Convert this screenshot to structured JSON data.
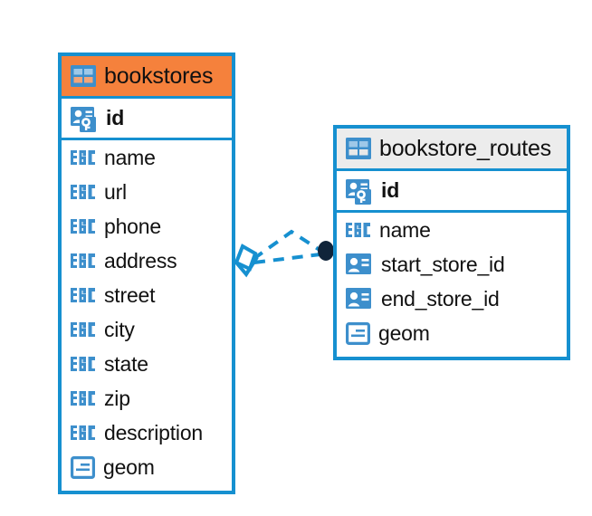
{
  "diagram": {
    "type": "entity-relationship-diagram",
    "colors": {
      "border": "#1690d0",
      "header_highlight": "#f5813c",
      "header_default": "#ececec",
      "icon_blue": "#3d8fcc",
      "connector_line": "#1690d0",
      "connector_endpoint": "#10243a",
      "text": "#111111",
      "background": "#ffffff"
    },
    "entities": [
      {
        "id": "bookstores",
        "name": "bookstores",
        "header_style": "highlight",
        "icon": "table-grid-icon",
        "fields": [
          {
            "name": "id",
            "type": "primary-key",
            "icon": "key-badge-icon"
          },
          {
            "name": "name",
            "type": "text",
            "icon": "abc-icon"
          },
          {
            "name": "url",
            "type": "text",
            "icon": "abc-icon"
          },
          {
            "name": "phone",
            "type": "text",
            "icon": "abc-icon"
          },
          {
            "name": "address",
            "type": "text",
            "icon": "abc-icon"
          },
          {
            "name": "street",
            "type": "text",
            "icon": "abc-icon"
          },
          {
            "name": "city",
            "type": "text",
            "icon": "abc-icon"
          },
          {
            "name": "state",
            "type": "text",
            "icon": "abc-icon"
          },
          {
            "name": "zip",
            "type": "text",
            "icon": "abc-icon"
          },
          {
            "name": "description",
            "type": "text",
            "icon": "abc-icon"
          },
          {
            "name": "geom",
            "type": "geometry",
            "icon": "geometry-icon"
          }
        ]
      },
      {
        "id": "bookstore_routes",
        "name": "bookstore_routes",
        "header_style": "default",
        "icon": "table-grid-icon",
        "fields": [
          {
            "name": "id",
            "type": "primary-key",
            "icon": "key-badge-icon"
          },
          {
            "name": "name",
            "type": "text",
            "icon": "abc-icon"
          },
          {
            "name": "start_store_id",
            "type": "foreign-key",
            "icon": "badge-icon"
          },
          {
            "name": "end_store_id",
            "type": "foreign-key",
            "icon": "badge-icon"
          },
          {
            "name": "geom",
            "type": "geometry",
            "icon": "geometry-icon"
          }
        ]
      }
    ],
    "relationships": [
      {
        "from_entity": "bookstore_routes",
        "from_field": "start_store_id",
        "to_entity": "bookstores",
        "to_field": "id",
        "line_style": "dashed",
        "source_marker": "filled-circle",
        "target_marker": "open-diamond"
      },
      {
        "from_entity": "bookstore_routes",
        "from_field": "end_store_id",
        "to_entity": "bookstores",
        "to_field": "id",
        "line_style": "dashed",
        "source_marker": "filled-circle",
        "target_marker": "open-diamond"
      }
    ]
  }
}
